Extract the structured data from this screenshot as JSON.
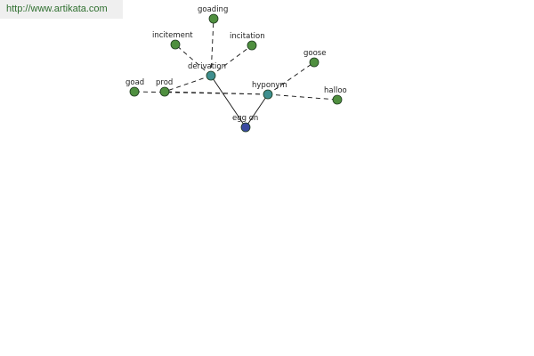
{
  "watermark": "http://www.artikata.com",
  "colors": {
    "leaf": "#4f8f3f",
    "relation": "#3f8f8f",
    "root": "#3a4aa0",
    "stroke": "#1e3a1e",
    "edge": "#111111"
  },
  "nodes": [
    {
      "id": "goading",
      "label": "goading",
      "kind": "leaf"
    },
    {
      "id": "incitement",
      "label": "incitement",
      "kind": "leaf"
    },
    {
      "id": "incitation",
      "label": "incitation",
      "kind": "leaf"
    },
    {
      "id": "derivation",
      "label": "derivation",
      "kind": "relation"
    },
    {
      "id": "goose",
      "label": "goose",
      "kind": "leaf"
    },
    {
      "id": "goad",
      "label": "goad",
      "kind": "leaf"
    },
    {
      "id": "prod",
      "label": "prod",
      "kind": "leaf"
    },
    {
      "id": "hyponym",
      "label": "hyponym",
      "kind": "relation"
    },
    {
      "id": "halloo",
      "label": "halloo",
      "kind": "leaf"
    },
    {
      "id": "egg-on",
      "label": "egg on",
      "kind": "root"
    }
  ],
  "edges": [
    {
      "from": "egg-on",
      "to": "derivation",
      "style": "solid"
    },
    {
      "from": "egg-on",
      "to": "hyponym",
      "style": "solid"
    },
    {
      "from": "derivation",
      "to": "goading",
      "style": "dashed"
    },
    {
      "from": "derivation",
      "to": "incitement",
      "style": "dashed"
    },
    {
      "from": "derivation",
      "to": "incitation",
      "style": "dashed"
    },
    {
      "from": "derivation",
      "to": "prod",
      "style": "dashed"
    },
    {
      "from": "hyponym",
      "to": "goose",
      "style": "dashed"
    },
    {
      "from": "hyponym",
      "to": "goad",
      "style": "dashed"
    },
    {
      "from": "hyponym",
      "to": "prod",
      "style": "dashed"
    },
    {
      "from": "hyponym",
      "to": "halloo",
      "style": "dashed"
    }
  ]
}
